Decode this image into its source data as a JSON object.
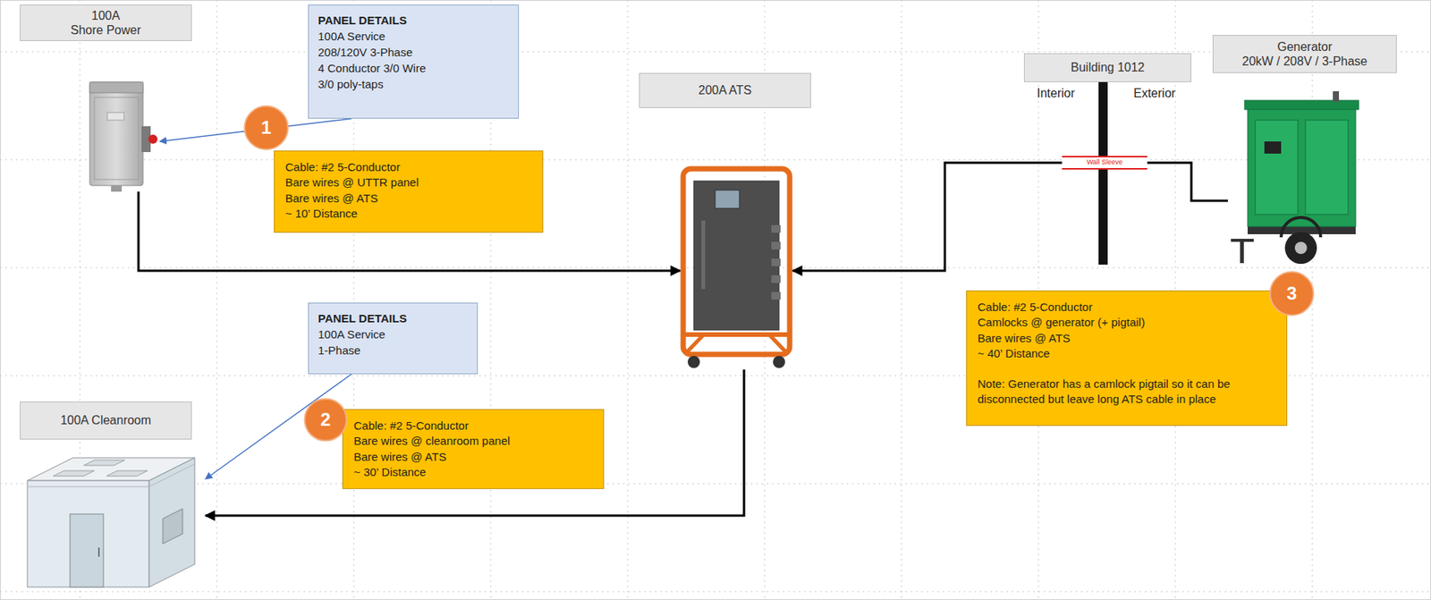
{
  "diagram": {
    "nodes": [
      {
        "text": [
          "100A",
          "Shore Power"
        ]
      },
      {
        "text": [
          "PANEL DETAILS",
          "100A Service",
          "208/120V 3-Phase",
          "4 Conductor 3/0 Wire",
          "3/0 poly-taps"
        ]
      },
      {
        "text": [
          "1"
        ]
      },
      {
        "text": [
          "Cable: #2 5-Conductor",
          "Bare wires @ UTTR panel",
          "Bare wires @ ATS",
          "~ 10’ Distance"
        ]
      },
      {
        "text": [
          "200A ATS"
        ]
      },
      {
        "text": [
          "Building 1012"
        ]
      },
      {
        "text": [
          "Generator",
          "20kW / 208V / 3-Phase"
        ]
      },
      {
        "text": [
          "3"
        ]
      },
      {
        "text": [
          "Cable: #2 5-Conductor",
          "Camlocks @ generator (+ pigtail)",
          "Bare wires @ ATS",
          "~ 40’ Distance",
          "Note: Generator has a camlock pigtail so it can be disconnected but leave long ATS cable in place"
        ]
      },
      {
        "text": [
          "PANEL DETAILS",
          "100A Service",
          "1-Phase"
        ]
      },
      {
        "text": [
          "2"
        ]
      },
      {
        "text": [
          "Cable: #2 5-Conductor",
          "Bare wires @ cleanroom panel",
          "Bare wires @ ATS",
          "~ 30’ Distance"
        ]
      },
      {
        "text": [
          "100A Cleanroom"
        ]
      }
    ],
    "edges": [
      {
        "from": 0,
        "to": 4,
        "arrow": "to"
      },
      {
        "from": 4,
        "to": 12,
        "arrow": "to"
      },
      {
        "from": 6,
        "to": 4,
        "arrow": "to"
      },
      {
        "from": 1,
        "to": 0,
        "arrow": "to"
      },
      {
        "from": 9,
        "to": 12,
        "arrow": "to"
      }
    ],
    "labels": [
      "Interior",
      "Exterior",
      "Wall Sleeve"
    ]
  }
}
